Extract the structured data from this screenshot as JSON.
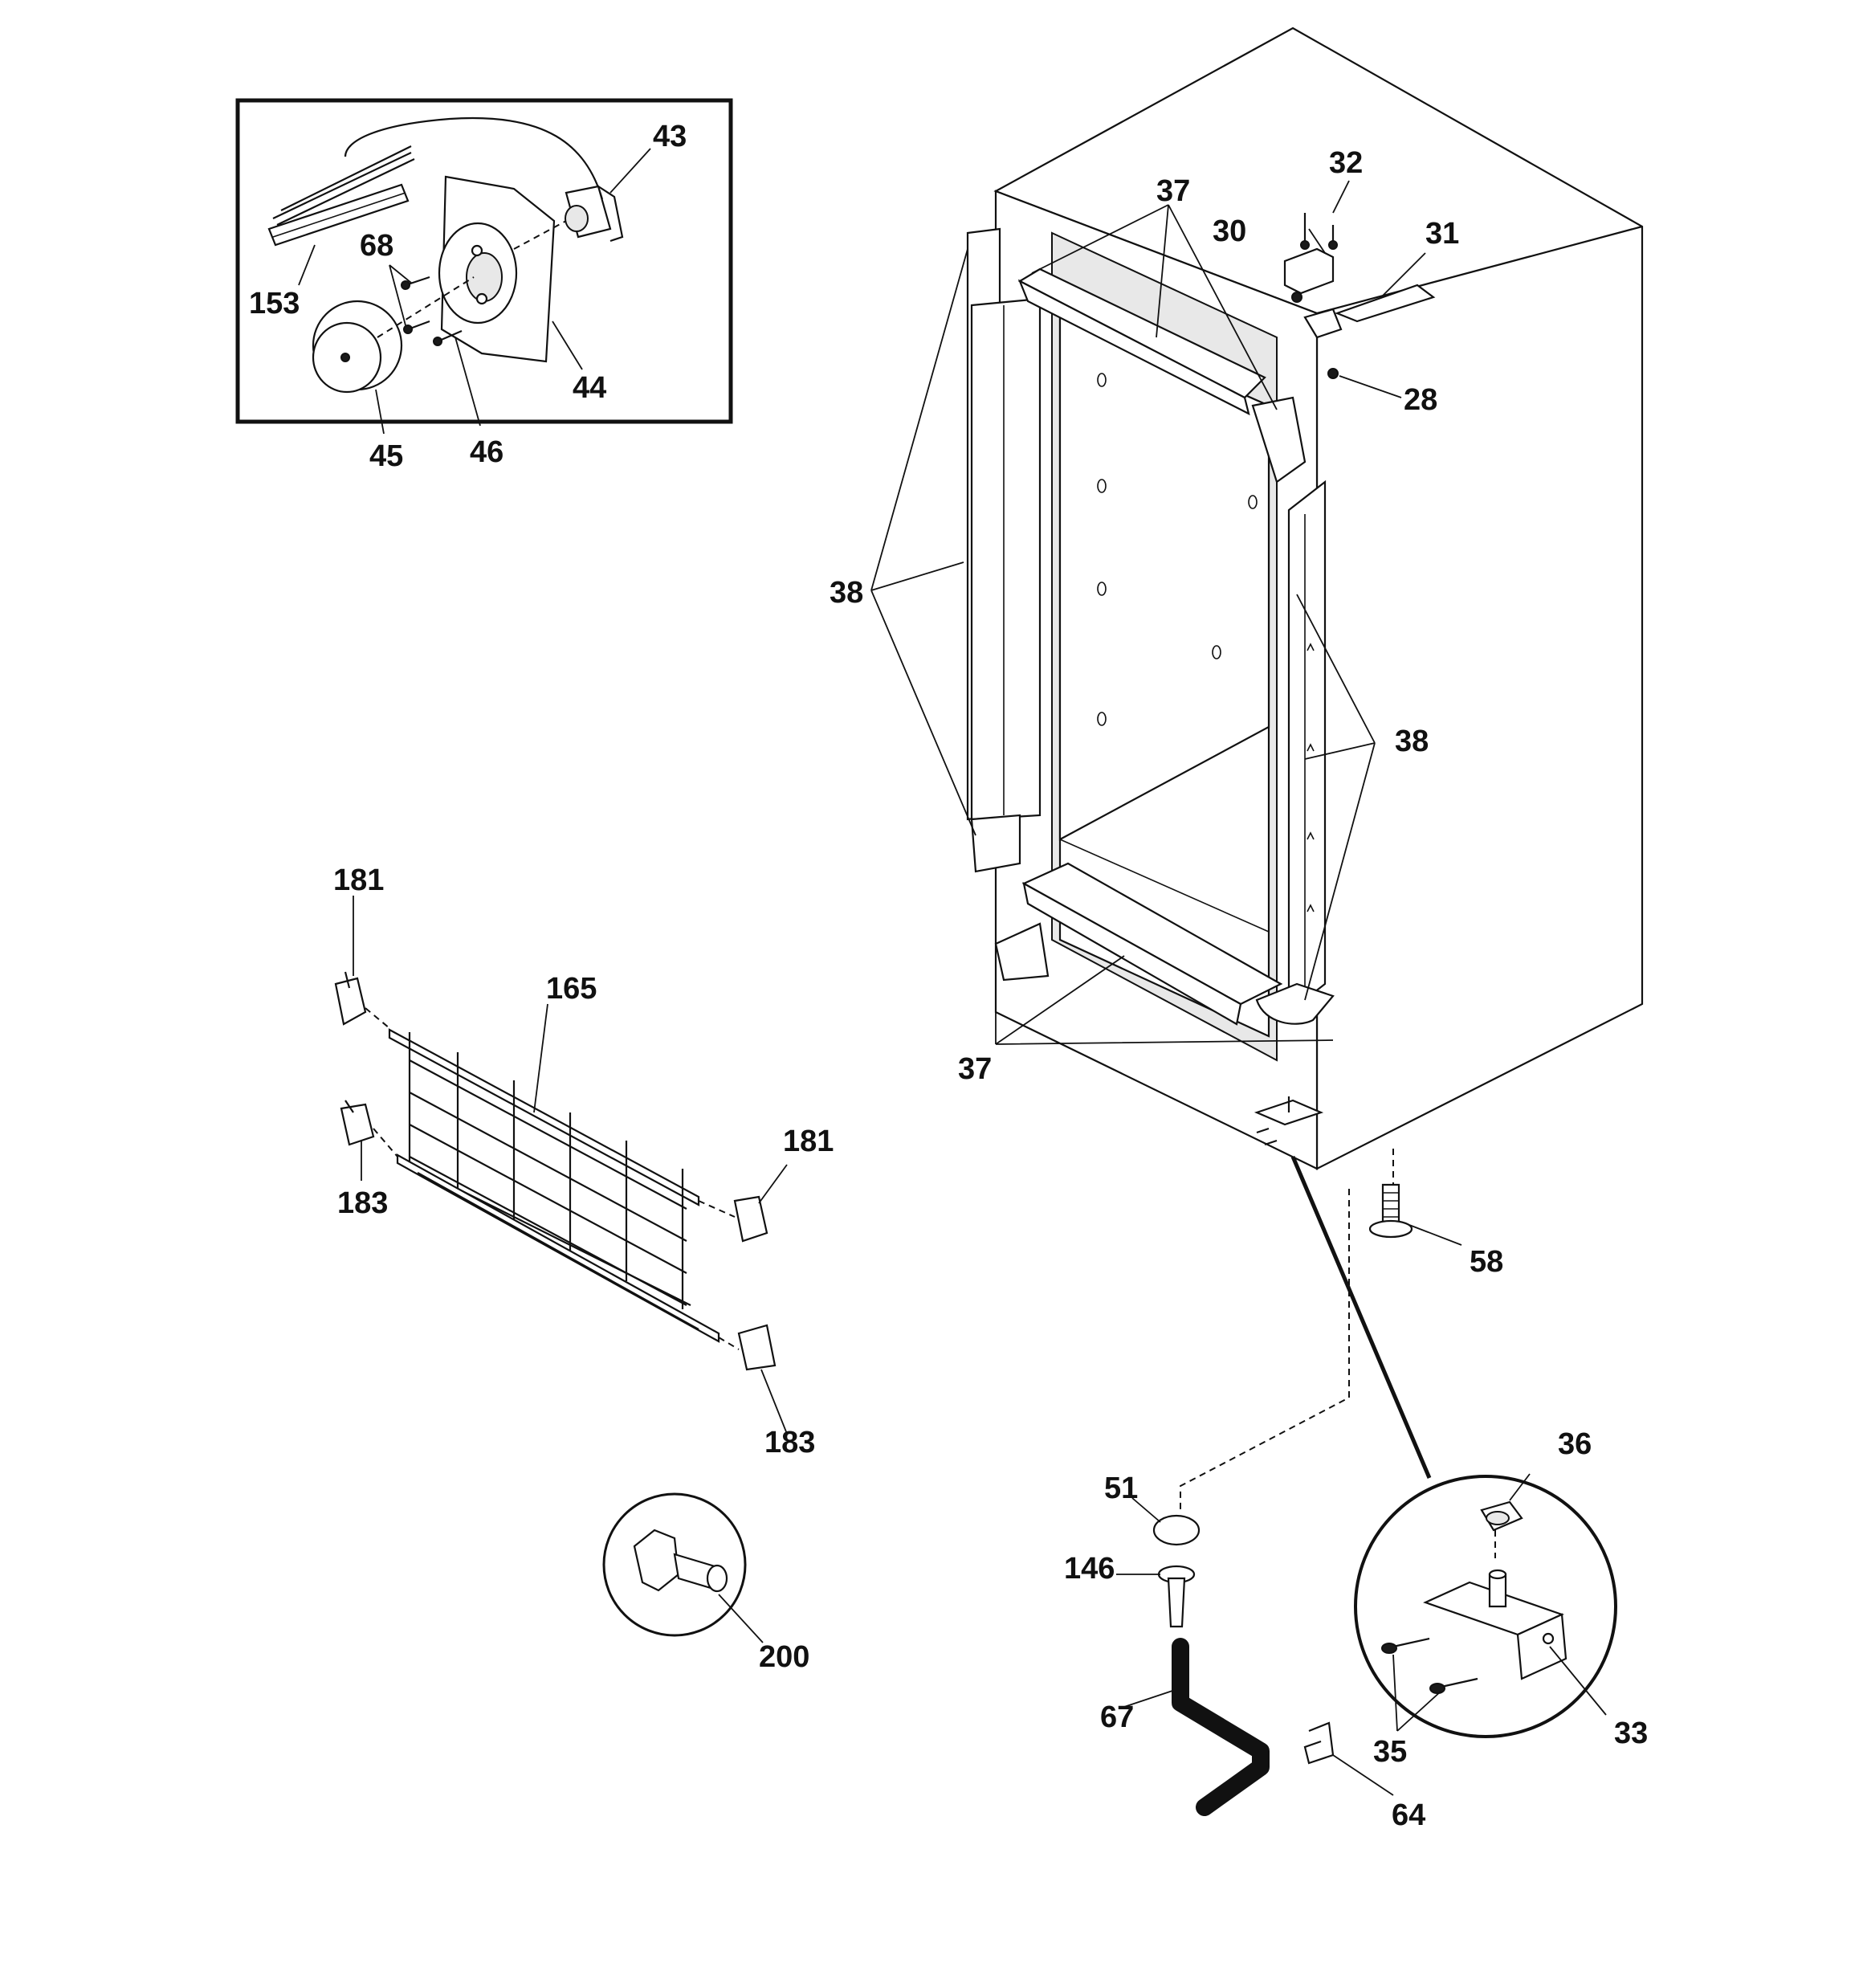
{
  "labels": {
    "p43": "43",
    "p153": "153",
    "p68": "68",
    "p44": "44",
    "p45": "45",
    "p46": "46",
    "p37_top": "37",
    "p32": "32",
    "p30": "30",
    "p31": "31",
    "p28": "28",
    "p38_left": "38",
    "p38_right": "38",
    "p37_bottom": "37",
    "p181_top": "181",
    "p165": "165",
    "p181_right": "181",
    "p183_left": "183",
    "p183_right": "183",
    "p58": "58",
    "p51": "51",
    "p146": "146",
    "p67": "67",
    "p64": "64",
    "p36": "36",
    "p33": "33",
    "p35": "35",
    "p200": "200"
  }
}
